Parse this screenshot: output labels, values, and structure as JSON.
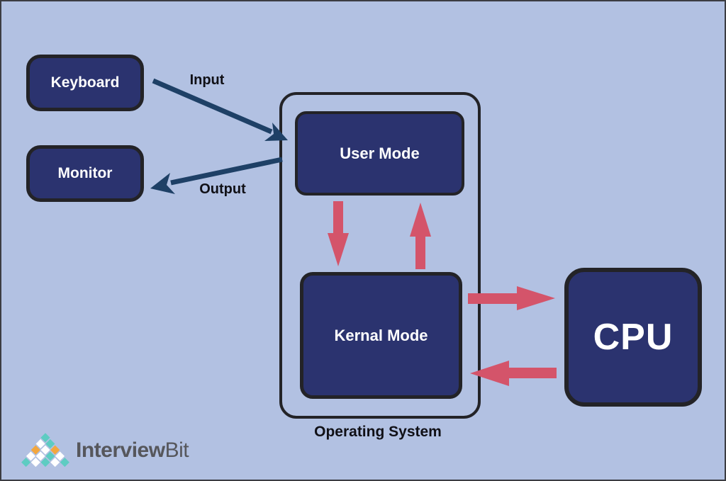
{
  "colors": {
    "background": "#b2c1e2",
    "page_border": "#3b3c42",
    "box_fill": "#2b336f",
    "box_border": "#232327",
    "frame_border": "#232327",
    "box_text": "#ffffff",
    "dark_arrow": "#1e4066",
    "red_arrow": "#d4546a",
    "label_text": "#101016",
    "logo_text": "#56575c"
  },
  "nodes": {
    "keyboard": {
      "label": "Keyboard"
    },
    "monitor": {
      "label": "Monitor"
    },
    "user_mode": {
      "label": "User Mode"
    },
    "kernal_mode": {
      "label": "Kernal Mode"
    },
    "cpu": {
      "label": "CPU"
    },
    "operating_system": {
      "label": "Operating System"
    }
  },
  "arrows": {
    "input_label": "Input",
    "output_label": "Output"
  },
  "logo": {
    "brand_bold": "Interview",
    "brand_light": "Bit",
    "colors": {
      "teal": "#5eccc2",
      "orange": "#f3a73f",
      "white": "#ffffff"
    },
    "pattern": [
      [
        "teal"
      ],
      [
        "white",
        "teal"
      ],
      [
        "orange",
        "white",
        "orange"
      ],
      [
        "white",
        "white",
        "teal",
        "white"
      ],
      [
        "teal",
        "white",
        "teal",
        "white",
        "teal"
      ]
    ]
  }
}
